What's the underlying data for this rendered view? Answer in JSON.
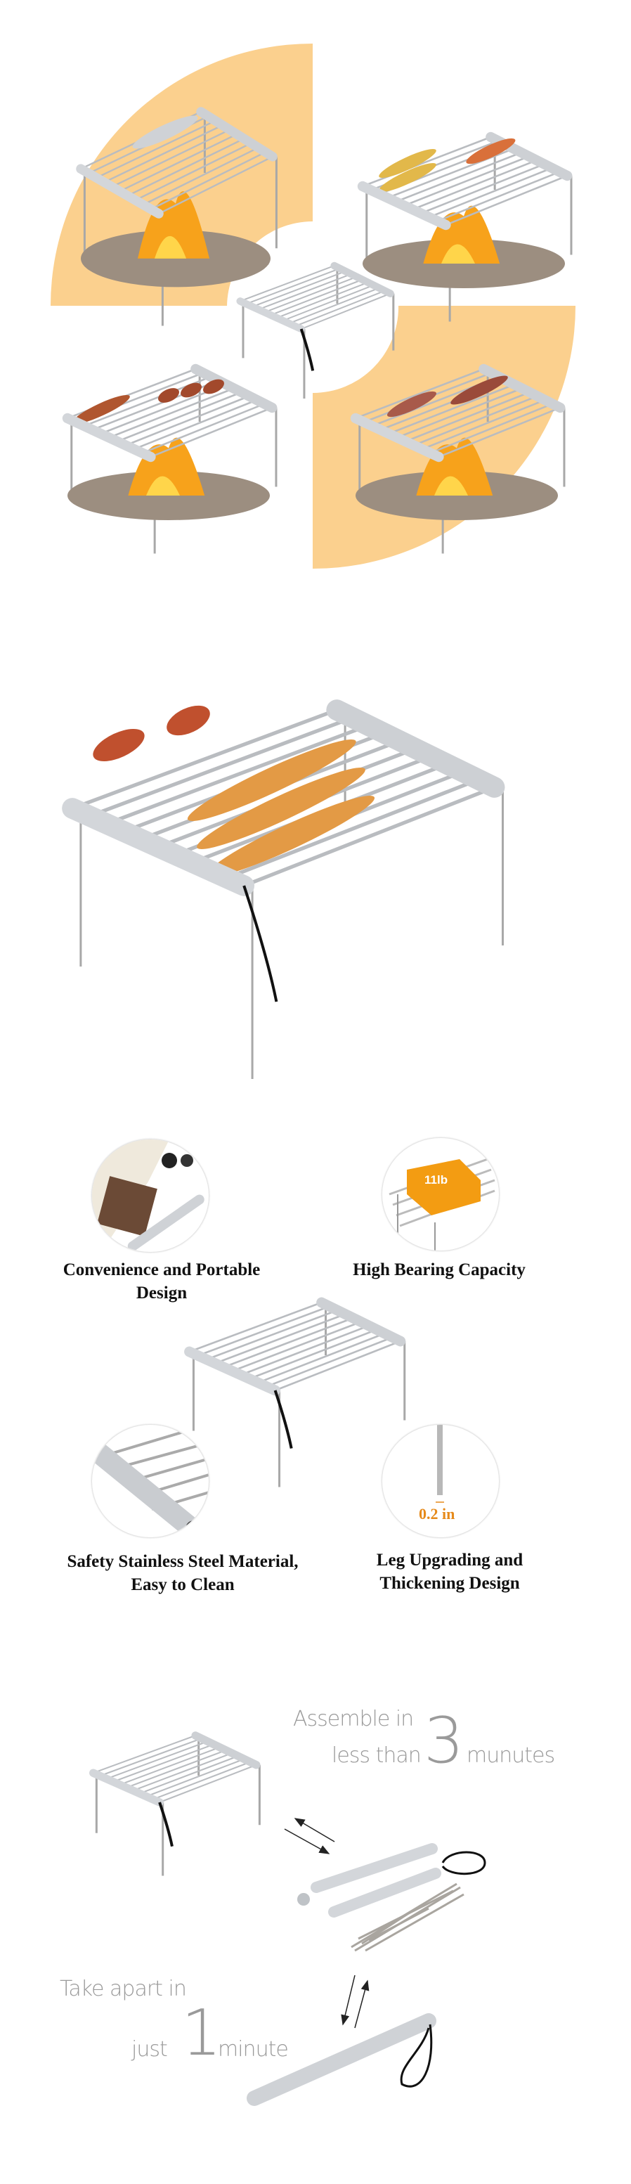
{
  "colors": {
    "accent_orange": "#fbd08e",
    "weight_box": "#f39c12",
    "dimension_text": "#e68a1a",
    "caption_gray": "#9a9a9a"
  },
  "collage": {
    "scenes": [
      "pot-on-grill",
      "corn-and-sweet-potato",
      "skewers-and-sausages",
      "steaks"
    ]
  },
  "features": {
    "items": [
      {
        "label_line1": "Convenience and Portable",
        "label_line2": "Design"
      },
      {
        "label_line1": "High Bearing Capacity",
        "badge": "11lb"
      },
      {
        "label_line1": "Safety Stainless Steel Material,",
        "label_line2": "Easy to Clean"
      },
      {
        "label_line1": "Leg Upgrading and",
        "label_line2": "Thickening Design",
        "dimension": "0.2 in"
      }
    ]
  },
  "assembly": {
    "assemble_prefix": "Assemble in",
    "assemble_less_than": "less than",
    "assemble_number": "3",
    "assemble_unit": "munutes",
    "takeapart_prefix": "Take apart in",
    "takeapart_just": "just",
    "takeapart_number": "1",
    "takeapart_unit": "minute"
  }
}
